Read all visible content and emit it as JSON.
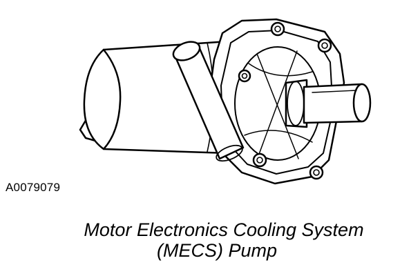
{
  "figure_id": "A0079079",
  "caption": {
    "line1": "Motor Electronics Cooling System",
    "line2": "(MECS) Pump"
  }
}
